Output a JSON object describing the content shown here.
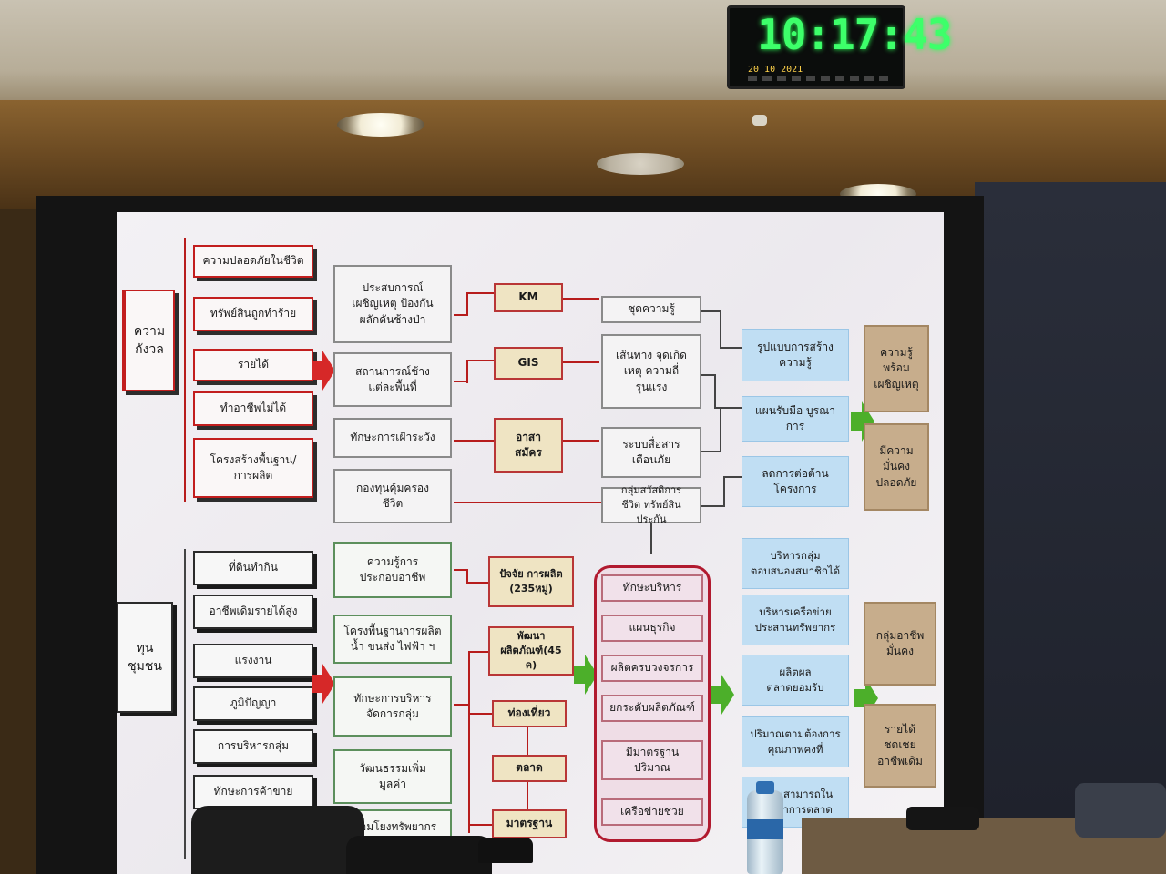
{
  "clock": {
    "time": "10:17:43",
    "date": "20 10 2021"
  },
  "diagram": {
    "left_top_label": "ความ\nกังวล",
    "left_top_items": [
      "ความปลอดภัยในชีวิต",
      "ทรัพย์สินถูกทำร้าย",
      "รายได้",
      "ทำอาชีพไม่ได้",
      "โครงสร้างพื้นฐาน/\nการผลิต"
    ],
    "left_bottom_label": "ทุน\nชุมชน",
    "left_bottom_items": [
      "ที่ดินทำกิน",
      "อาชีพเดิมรายได้สูง",
      "แรงงาน",
      "ภูมิปัญญา",
      "การบริหารกลุ่ม",
      "ทักษะการค้าขาย"
    ],
    "mid_top": [
      "ประสบการณ์\nเผชิญเหตุ ป้องกัน\nผลักดันช้างป่า",
      "สถานการณ์ช้าง\nแต่ละพื้นที่",
      "ทักษะการเฝ้าระวัง",
      "กองทุนคุ้มครอง\nชีวิต"
    ],
    "mid_bottom": [
      "ความรู้การ\nประกอบอาชีพ",
      "โครงพื้นฐานการผลิต\nน้ำ ขนส่ง ไฟฟ้า ฯ",
      "ทักษะการบริหาร\nจัดการกลุ่ม",
      "วัฒนธรรมเพิ่ม\nมูลค่า",
      "เชื่อมโยงทรัพยากร"
    ],
    "tan_top": [
      "KM",
      "GIS",
      "อาสา\nสมัคร"
    ],
    "tan_bottom": [
      "ปัจจัย การผลิต\n(235หมู่)",
      "พัฒนา\nผลิตภัณฑ์(45 ค)",
      "ท่องเที่ยว",
      "ตลาด",
      "มาตรฐาน"
    ],
    "col3_top": [
      "ชุดความรู้",
      "เส้นทาง จุดเกิด\nเหตุ ความถี่\nรุนแรง",
      "ระบบสื่อสาร\nเตือนภัย",
      "กลุ่มสวัสดิการ\nชีวิต ทรัพย์สิน ประกัน"
    ],
    "col3_bottom": [
      "ทักษะบริหาร",
      "แผนธุรกิจ",
      "ผลิตครบวงจรการ",
      "ยกระดับผลิตภัณฑ์",
      "มีมาตรฐาน\nปริมาณ",
      "เครือข่ายช่วย"
    ],
    "blue_top": [
      "รูปแบบการสร้าง\nความรู้",
      "แผนรับมือ บูรณา\nการ",
      "ลดการต่อต้าน\nโครงการ"
    ],
    "blue_bottom": [
      "บริหารกลุ่ม\nตอบสนองสมาชิกได้",
      "บริหารเครือข่าย\nประสานทรัพยากร",
      "ผลิตผล\nตลาดยอมรับ",
      "ปริมาณตามต้องการ\nคุณภาพคงที่",
      "ความสามารถใน\nการทำการตลาด"
    ],
    "brown_top": [
      "ความรู้\nพร้อม\nเผชิญเหตุ",
      "มีความ\nมั่นคง\nปลอดภัย"
    ],
    "brown_bottom": [
      "กลุ่มอาชีพ\nมั่นคง",
      "รายได้\nชดเชย\nอาชีพเดิม"
    ]
  },
  "colors": {
    "red": "#c21e1e",
    "green_arrow": "#4caf2a",
    "blue_box": "#c0def3",
    "brown_box": "#c7ad8c",
    "tan_box": "#efe4c3"
  }
}
